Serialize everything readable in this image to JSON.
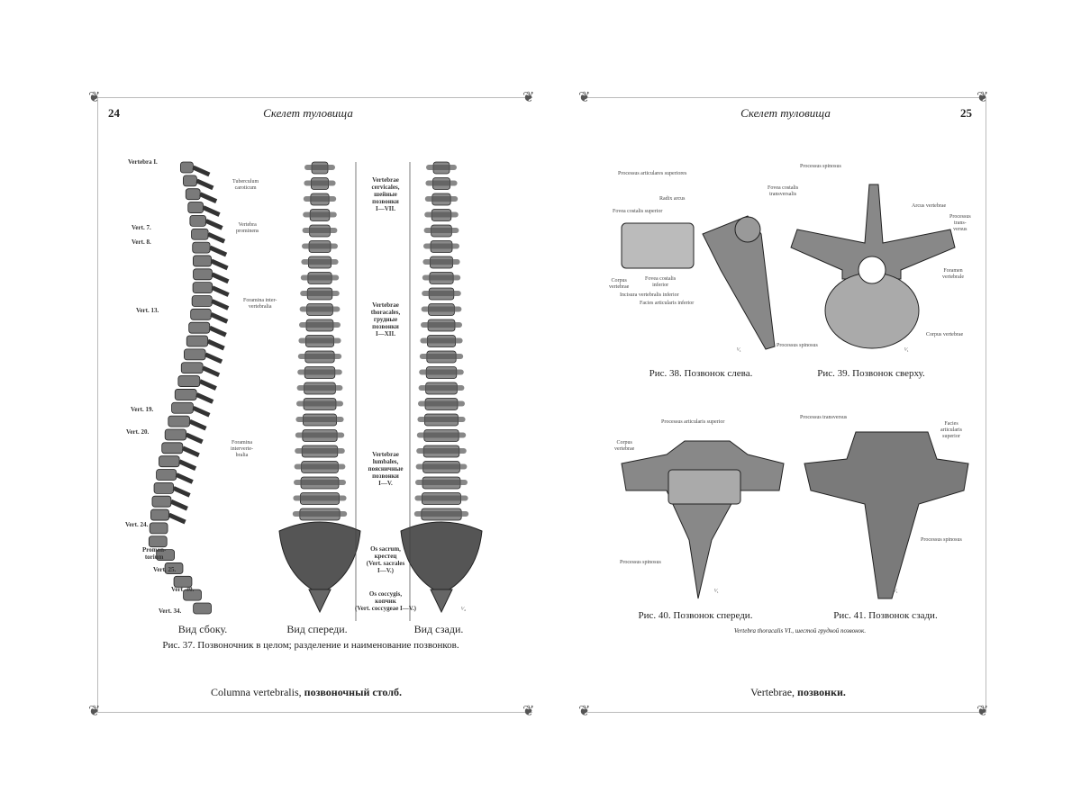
{
  "left_page": {
    "page_number": "24",
    "running_head": "Скелет туловища",
    "lateral_labels": {
      "v1": "Vertebra I.",
      "v7": "Vert. 7.",
      "v8": "Vert. 8.",
      "v13": "Vert. 13.",
      "v19": "Vert. 19.",
      "v20": "Vert. 20.",
      "v24": "Vert. 24.",
      "promontorium": "Promon-\ntorium",
      "v25": "Vert. 25.",
      "v30": "Vert. 30.",
      "v34": "Vert. 34.",
      "tuberculum": "Tuberculum\ncaroticum",
      "prominens": "Vertebra\nprominens",
      "foramina1": "Foramina inter-\nvertebralia",
      "foramina2": "Foramina\ninterverte-\nbralia"
    },
    "regions": {
      "cervical": "Vertebrae\ncervicales,\nшейные\nпозвонки\nI—VII.",
      "thoracic": "Vertebrae\nthoracales,\nгрудные\nпозвонки\nI—XII.",
      "lumbar": "Vertebrae\nlumbales,\nпоясничные\nпозвонки\nI—V.",
      "sacrum": "Os sacrum,\nкрестец\n(Vert. sacrales\nI—V.)",
      "coccyx": "Os coccygis,\nкопчик\n(Vert. coccygeae I—V.)"
    },
    "scale": "¹⁄₄",
    "views": [
      "Вид сбоку.",
      "Вид спереди.",
      "Вид сзади."
    ],
    "caption": "Рис. 37. Позвоночник в целом; разделение и наименование позвонков.",
    "footer_latin": "Columna vertebralis,",
    "footer_russian": "позвоночный столб."
  },
  "right_page": {
    "page_number": "25",
    "running_head": "Скелет туловища",
    "fig38_labels": {
      "proc_art_sup": "Processus articulares superiores",
      "radix": "Radix arcus",
      "fovea_sup": "Fovea costalis superior",
      "fovea_trans": "Fovea costalis\ntransversalis",
      "corpus": "Corpus\nvertebrae",
      "fovea_inf": "Fovea costalis\ninferior",
      "incisura": "Incisura vertebralis inferior",
      "facies_inf": "Facies articularis inferior",
      "spinosus": "Processus spinosus"
    },
    "fig39_labels": {
      "spinosus": "Processus spinosus",
      "arcus": "Arcus vertebrae",
      "transversus": "Processus\ntrans-\nversus",
      "foramen": "Foramen\nvertebrale",
      "corpus": "Corpus vertebrae"
    },
    "fig40_labels": {
      "art_sup": "Processus articularis superior",
      "corpus": "Corpus\nvertebrae",
      "spinosus": "Processus spinosus"
    },
    "fig41_labels": {
      "transversus": "Processus transversus",
      "facies": "Facies\narticularis\nsuperior",
      "spinosus": "Processus spinosus"
    },
    "scale": "¹⁄₁",
    "captions": [
      "Рис. 38. Позвонок слева.",
      "Рис. 39. Позвонок сверху.",
      "Рис. 40. Позвонок спереди.",
      "Рис. 41. Позвонок сзади."
    ],
    "subcaption": "Vertebra thoracalis VI., шестой грудной позвонок.",
    "footer_latin": "Vertebrae,",
    "footer_russian": "позвонки."
  }
}
